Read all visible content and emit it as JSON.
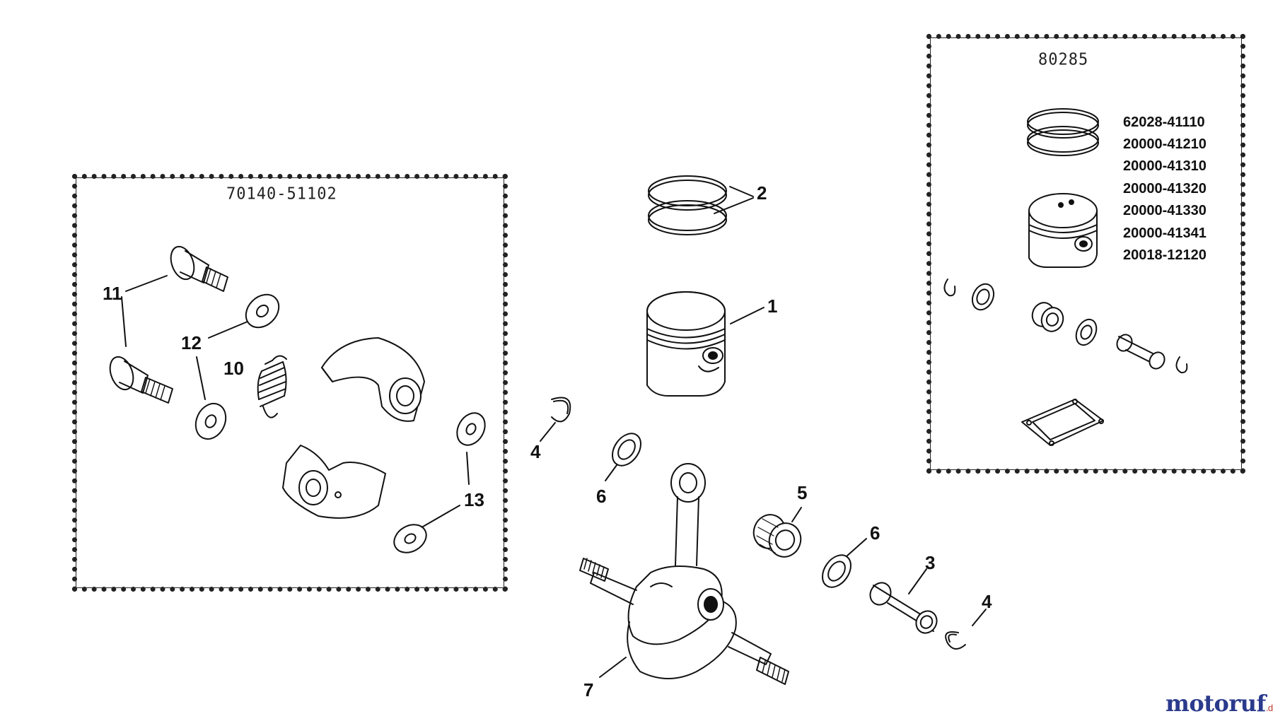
{
  "kits": {
    "clutch_kit_number": "70140-51102",
    "piston_kit_number": "80285"
  },
  "callouts": {
    "c1": "1",
    "c2": "2",
    "c3": "3",
    "c4a": "4",
    "c4b": "4",
    "c5": "5",
    "c6a": "6",
    "c6b": "6",
    "c7": "7",
    "c10": "10",
    "c11": "11",
    "c12": "12",
    "c13": "13"
  },
  "piston_kit_part_numbers": [
    "62028-41110",
    "20000-41210",
    "20000-41310",
    "20000-41320",
    "20000-41330",
    "20000-41341",
    "20018-12120"
  ],
  "watermark": {
    "brand": "motoruf",
    "tld": ".de"
  }
}
